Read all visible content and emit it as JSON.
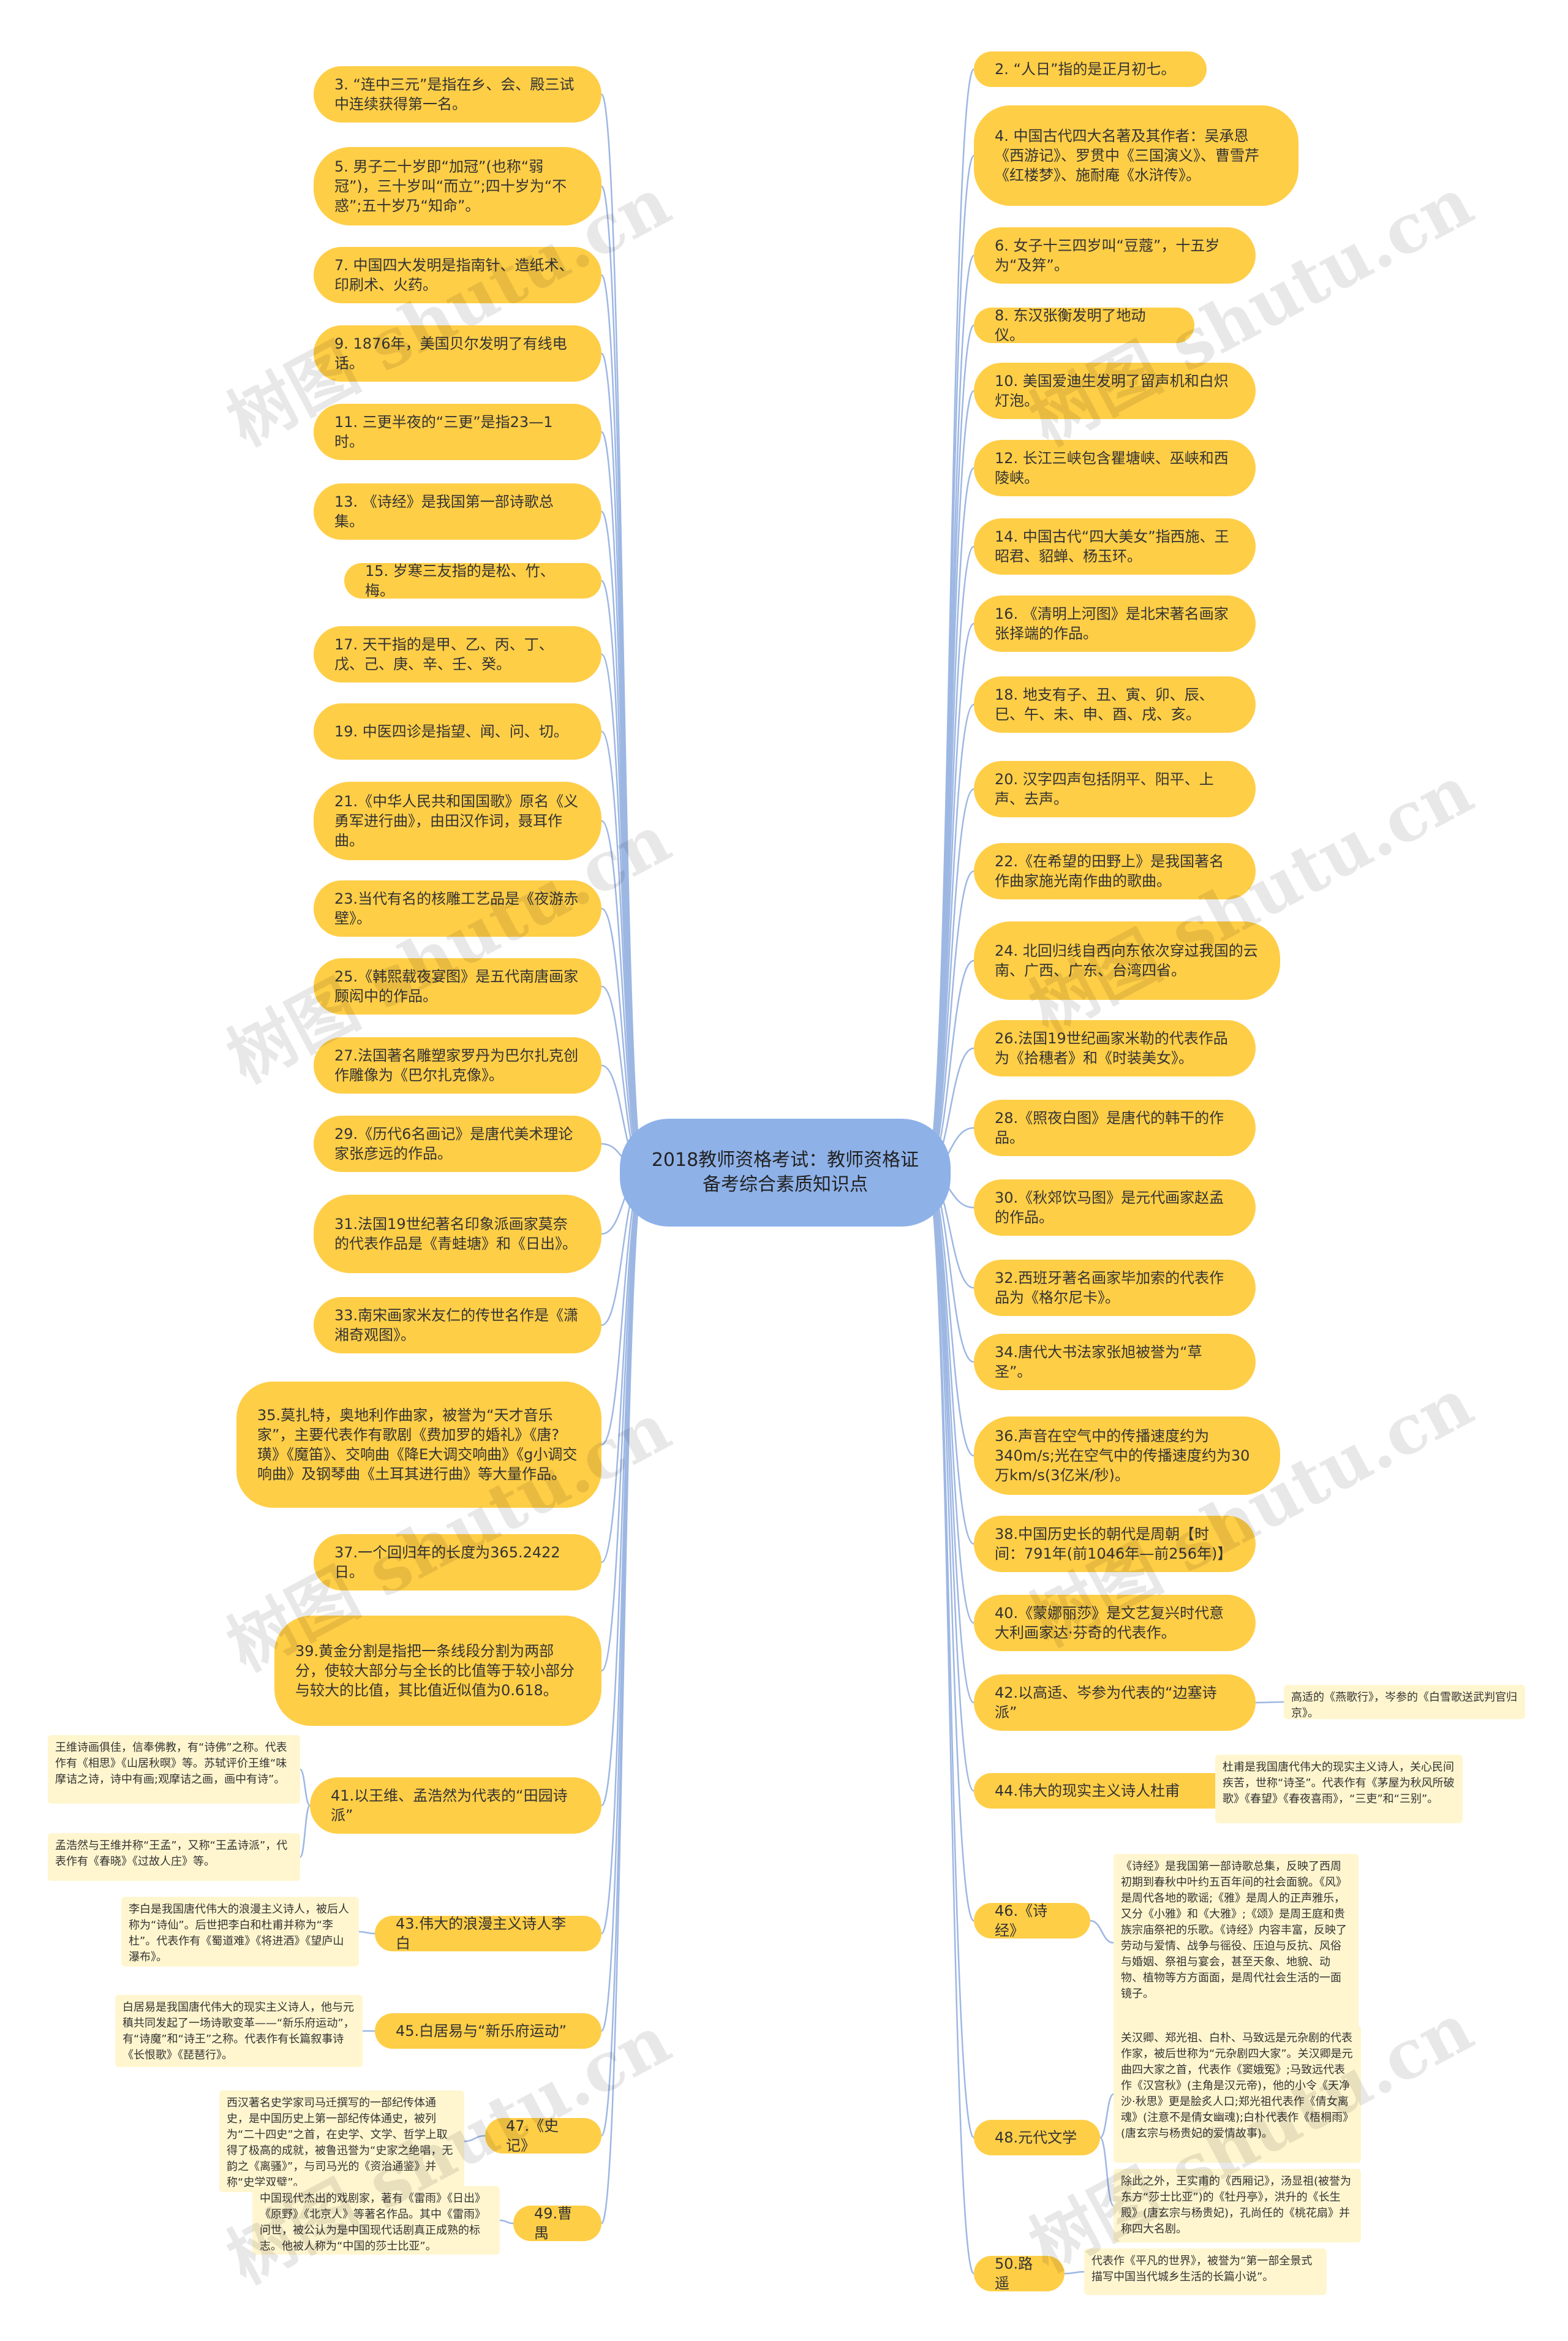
{
  "root": {
    "id": "root",
    "text": "2018教师资格考试：教师资格证备考综合素质知识点"
  },
  "watermark": "树图 shutu.cn",
  "colors": {
    "root": "#8EB1E8",
    "topic": "#FFCE47",
    "note": "#FFF6CF",
    "link": "#9DB7E3"
  },
  "left_topics": [
    {
      "id": "n3",
      "text": "3. “连中三元”是指在乡、会、殿三试中连续获得第一名。"
    },
    {
      "id": "n5",
      "text": "5. 男子二十岁即“加冠”(也称“弱冠”)，三十岁叫“而立”;四十岁为“不惑”;五十岁乃“知命”。"
    },
    {
      "id": "n7",
      "text": "7. 中国四大发明是指南针、造纸术、印刷术、火药。"
    },
    {
      "id": "n9",
      "text": "9. 1876年，美国贝尔发明了有线电话。"
    },
    {
      "id": "n11",
      "text": "11. 三更半夜的“三更”是指23—1时。"
    },
    {
      "id": "n13",
      "text": "13. 《诗经》是我国第一部诗歌总集。"
    },
    {
      "id": "n15",
      "text": "15. 岁寒三友指的是松、竹、梅。"
    },
    {
      "id": "n17",
      "text": "17. 天干指的是甲、乙、丙、丁、戊、己、庚、辛、壬、癸。"
    },
    {
      "id": "n19",
      "text": "19. 中医四诊是指望、闻、问、切。"
    },
    {
      "id": "n21",
      "text": "21.《中华人民共和国国歌》原名《义勇军进行曲》，由田汉作词，聂耳作曲。"
    },
    {
      "id": "n23",
      "text": "23.当代有名的核雕工艺品是《夜游赤壁》。"
    },
    {
      "id": "n25",
      "text": "25.《韩熙载夜宴图》是五代南唐画家顾闳中的作品。"
    },
    {
      "id": "n27",
      "text": "27.法国著名雕塑家罗丹为巴尔扎克创作雕像为《巴尔扎克像》。"
    },
    {
      "id": "n29",
      "text": "29.《历代6名画记》是唐代美术理论家张彦远的作品。"
    },
    {
      "id": "n31",
      "text": "31.法国19世纪著名印象派画家莫奈的代表作品是《青蛙塘》和《日出》。"
    },
    {
      "id": "n33",
      "text": "33.南宋画家米友仁的传世名作是《潇湘奇观图》。"
    },
    {
      "id": "n35",
      "text": "35.莫扎特，奥地利作曲家，被誉为“天才音乐家”，主要代表作有歌剧《费加罗的婚礼》《唐?璜》《魔笛》、交响曲《降E大调交响曲》《g小调交响曲》及钢琴曲《土耳其进行曲》等大量作品。"
    },
    {
      "id": "n37",
      "text": "37.一个回归年的长度为365.2422日。"
    },
    {
      "id": "n39",
      "text": "39.黄金分割是指把一条线段分割为两部分，使较大部分与全长的比值等于较小部分与较大的比值，其比值近似值为0.618。"
    },
    {
      "id": "n41",
      "text": "41.以王维、孟浩然为代表的“田园诗派”"
    },
    {
      "id": "n43",
      "text": "43.伟大的浪漫主义诗人李白"
    },
    {
      "id": "n45",
      "text": "45.白居易与“新乐府运动”"
    },
    {
      "id": "n47",
      "text": "47.《史记》"
    },
    {
      "id": "n49",
      "text": "49.曹禺"
    }
  ],
  "right_topics": [
    {
      "id": "n2",
      "text": "2. “人日”指的是正月初七。"
    },
    {
      "id": "n4",
      "text": "4. 中国古代四大名著及其作者：吴承恩《西游记》、罗贯中《三国演义》、曹雪芹《红楼梦》、施耐庵《水浒传》。"
    },
    {
      "id": "n6",
      "text": "6. 女子十三四岁叫“豆蔻”，十五岁为“及笄”。"
    },
    {
      "id": "n8",
      "text": "8. 东汉张衡发明了地动仪。"
    },
    {
      "id": "n10",
      "text": "10. 美国爱迪生发明了留声机和白炽灯泡。"
    },
    {
      "id": "n12",
      "text": "12. 长江三峡包含瞿塘峡、巫峡和西陵峡。"
    },
    {
      "id": "n14",
      "text": "14. 中国古代“四大美女”指西施、王昭君、貂蝉、杨玉环。"
    },
    {
      "id": "n16",
      "text": "16. 《清明上河图》是北宋著名画家张择端的作品。"
    },
    {
      "id": "n18",
      "text": "18. 地支有子、丑、寅、卯、辰、巳、午、未、申、酉、戌、亥。"
    },
    {
      "id": "n20",
      "text": "20. 汉字四声包括阴平、阳平、上声、去声。"
    },
    {
      "id": "n22",
      "text": "22.《在希望的田野上》是我国著名作曲家施光南作曲的歌曲。"
    },
    {
      "id": "n24",
      "text": "24. 北回归线自西向东依次穿过我国的云南、广西、广东、台湾四省。"
    },
    {
      "id": "n26",
      "text": "26.法国19世纪画家米勒的代表作品为《拾穗者》和《时装美女》。"
    },
    {
      "id": "n28",
      "text": "28.《照夜白图》是唐代的韩干的作品。"
    },
    {
      "id": "n30",
      "text": "30.《秋郊饮马图》是元代画家赵孟的作品。"
    },
    {
      "id": "n32",
      "text": "32.西班牙著名画家毕加索的代表作品为《格尔尼卡》。"
    },
    {
      "id": "n34",
      "text": "34.唐代大书法家张旭被誉为“草圣”。"
    },
    {
      "id": "n36",
      "text": "36.声音在空气中的传播速度约为340m/s;光在空气中的传播速度约为30万km/s(3亿米/秒)。"
    },
    {
      "id": "n38",
      "text": "38.中国历史长的朝代是周朝【时间：791年(前1046年—前256年)】"
    },
    {
      "id": "n40",
      "text": "40.《蒙娜丽莎》是文艺复兴时代意大利画家达·芬奇的代表作。"
    },
    {
      "id": "n42",
      "text": "42.以高适、岑参为代表的“边塞诗派”"
    },
    {
      "id": "n44",
      "text": "44.伟大的现实主义诗人杜甫"
    },
    {
      "id": "n46",
      "text": "46.《诗经》"
    },
    {
      "id": "n48",
      "text": "48.元代文学"
    },
    {
      "id": "n50",
      "text": "50.路遥"
    }
  ],
  "notes": [
    {
      "id": "c41a",
      "parent": "n41",
      "text": "王维诗画俱佳，信奉佛教，有“诗佛”之称。代表作有《相思》《山居秋暝》等。苏轼评价王维“味摩诘之诗，诗中有画;观摩诘之画，画中有诗”。"
    },
    {
      "id": "c41b",
      "parent": "n41",
      "text": "孟浩然与王维并称“王孟”，又称“王孟诗派”，代表作有《春晓》《过故人庄》等。"
    },
    {
      "id": "c43",
      "parent": "n43",
      "text": "李白是我国唐代伟大的浪漫主义诗人，被后人称为“诗仙”。后世把李白和杜甫并称为“李杜”。代表作有《蜀道难》《将进酒》《望庐山瀑布》。"
    },
    {
      "id": "c45",
      "parent": "n45",
      "text": "白居易是我国唐代伟大的现实主义诗人，他与元稹共同发起了一场诗歌变革——“新乐府运动”，有“诗魔”和“诗王”之称。代表作有长篇叙事诗《长恨歌》《琵琶行》。"
    },
    {
      "id": "c47",
      "parent": "n47",
      "text": "西汉著名史学家司马迁撰写的一部纪传体通史，是中国历史上第一部纪传体通史，被列为“二十四史”之首，在史学、文学、哲学上取得了极高的成就，被鲁迅誉为“史家之绝唱，无韵之《离骚》”，与司马光的《资治通鉴》并称“史学双璧”。"
    },
    {
      "id": "c49",
      "parent": "n49",
      "text": "中国现代杰出的戏剧家，著有《雷雨》《日出》《原野》《北京人》等著名作品。其中《雷雨》问世，被公认为是中国现代话剧真正成熟的标志。他被人称为“中国的莎士比亚”。"
    },
    {
      "id": "c42",
      "parent": "n42",
      "text": "高适的《燕歌行》，岑参的《白雪歌送武判官归京》。"
    },
    {
      "id": "c44",
      "parent": "n44",
      "text": "杜甫是我国唐代伟大的现实主义诗人，关心民间疾苦，世称“诗圣”。代表作有《茅屋为秋风所破歌》《春望》《春夜喜雨》，“三吏”和“三别”。"
    },
    {
      "id": "c46",
      "parent": "n46",
      "text": "《诗经》是我国第一部诗歌总集，反映了西周初期到春秋中叶约五百年间的社会面貌。《风》是周代各地的歌谣;《雅》是周人的正声雅乐，又分《小雅》和《大雅》;《颂》是周王庭和贵族宗庙祭祀的乐歌。《诗经》内容丰富，反映了劳动与爱情、战争与徭役、压迫与反抗、风俗与婚姻、祭祖与宴会，甚至天象、地貌、动物、植物等方方面面，是周代社会生活的一面镜子。"
    },
    {
      "id": "c48a",
      "parent": "n48",
      "text": "关汉卿、郑光祖、白朴、马致远是元杂剧的代表作家，被后世称为“元杂剧四大家”。关汉卿是元曲四大家之首，代表作《窦娥冤》;马致远代表作《汉宫秋》(主角是汉元帝)，他的小令《天净沙·秋思》更是脍炙人口;郑光祖代表作《倩女离魂》(注意不是倩女幽魂);白朴代表作《梧桐雨》(唐玄宗与杨贵妃的爱情故事)。"
    },
    {
      "id": "c48b",
      "parent": "n48",
      "text": "除此之外，王实甫的《西厢记》，汤显祖(被誉为东方“莎士比亚”)的《牡丹亭》，洪升的《长生殿》(唐玄宗与杨贵妃)，孔尚任的《桃花扇》并称四大名剧。"
    },
    {
      "id": "c50",
      "parent": "n50",
      "text": "代表作《平凡的世界》，被誉为“第一部全景式描写中国当代城乡生活的长篇小说”。"
    }
  ]
}
